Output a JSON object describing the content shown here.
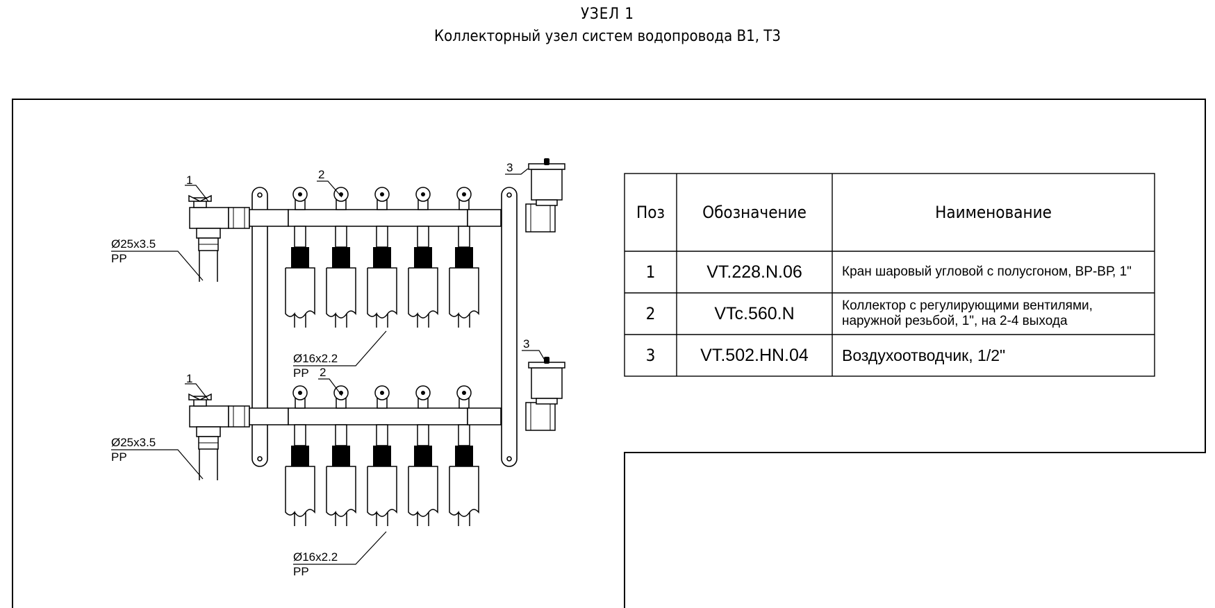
{
  "title": "УЗЕЛ 1",
  "subtitle": "Коллекторный узел систем водопровода В1, Т3",
  "table": {
    "headers": [
      "Поз",
      "Обозначение",
      "Наименование"
    ],
    "rows": [
      {
        "pos": "1",
        "code": "VT.228.N.06",
        "name": "Кран шаровый угловой с полусгоном, ВР-ВР, 1\""
      },
      {
        "pos": "2",
        "code": "VTc.560.N",
        "name": "Коллектор с регулирующими вентилями, наружной резьбой, 1\", на 2-4 выхода"
      },
      {
        "pos": "3",
        "code": "VT.502.HN.04",
        "name": "Воздухоотводчик, 1/2\""
      }
    ]
  },
  "labels": {
    "inlet_pipe_size": "Ø25x3.5",
    "inlet_pipe_material": "PP",
    "outlet_pipe_size": "Ø16x2.2",
    "outlet_pipe_material": "PP"
  },
  "callouts": {
    "valve": "1",
    "manifold": "2",
    "air_vent": "3"
  },
  "outlets_per_manifold": 5
}
